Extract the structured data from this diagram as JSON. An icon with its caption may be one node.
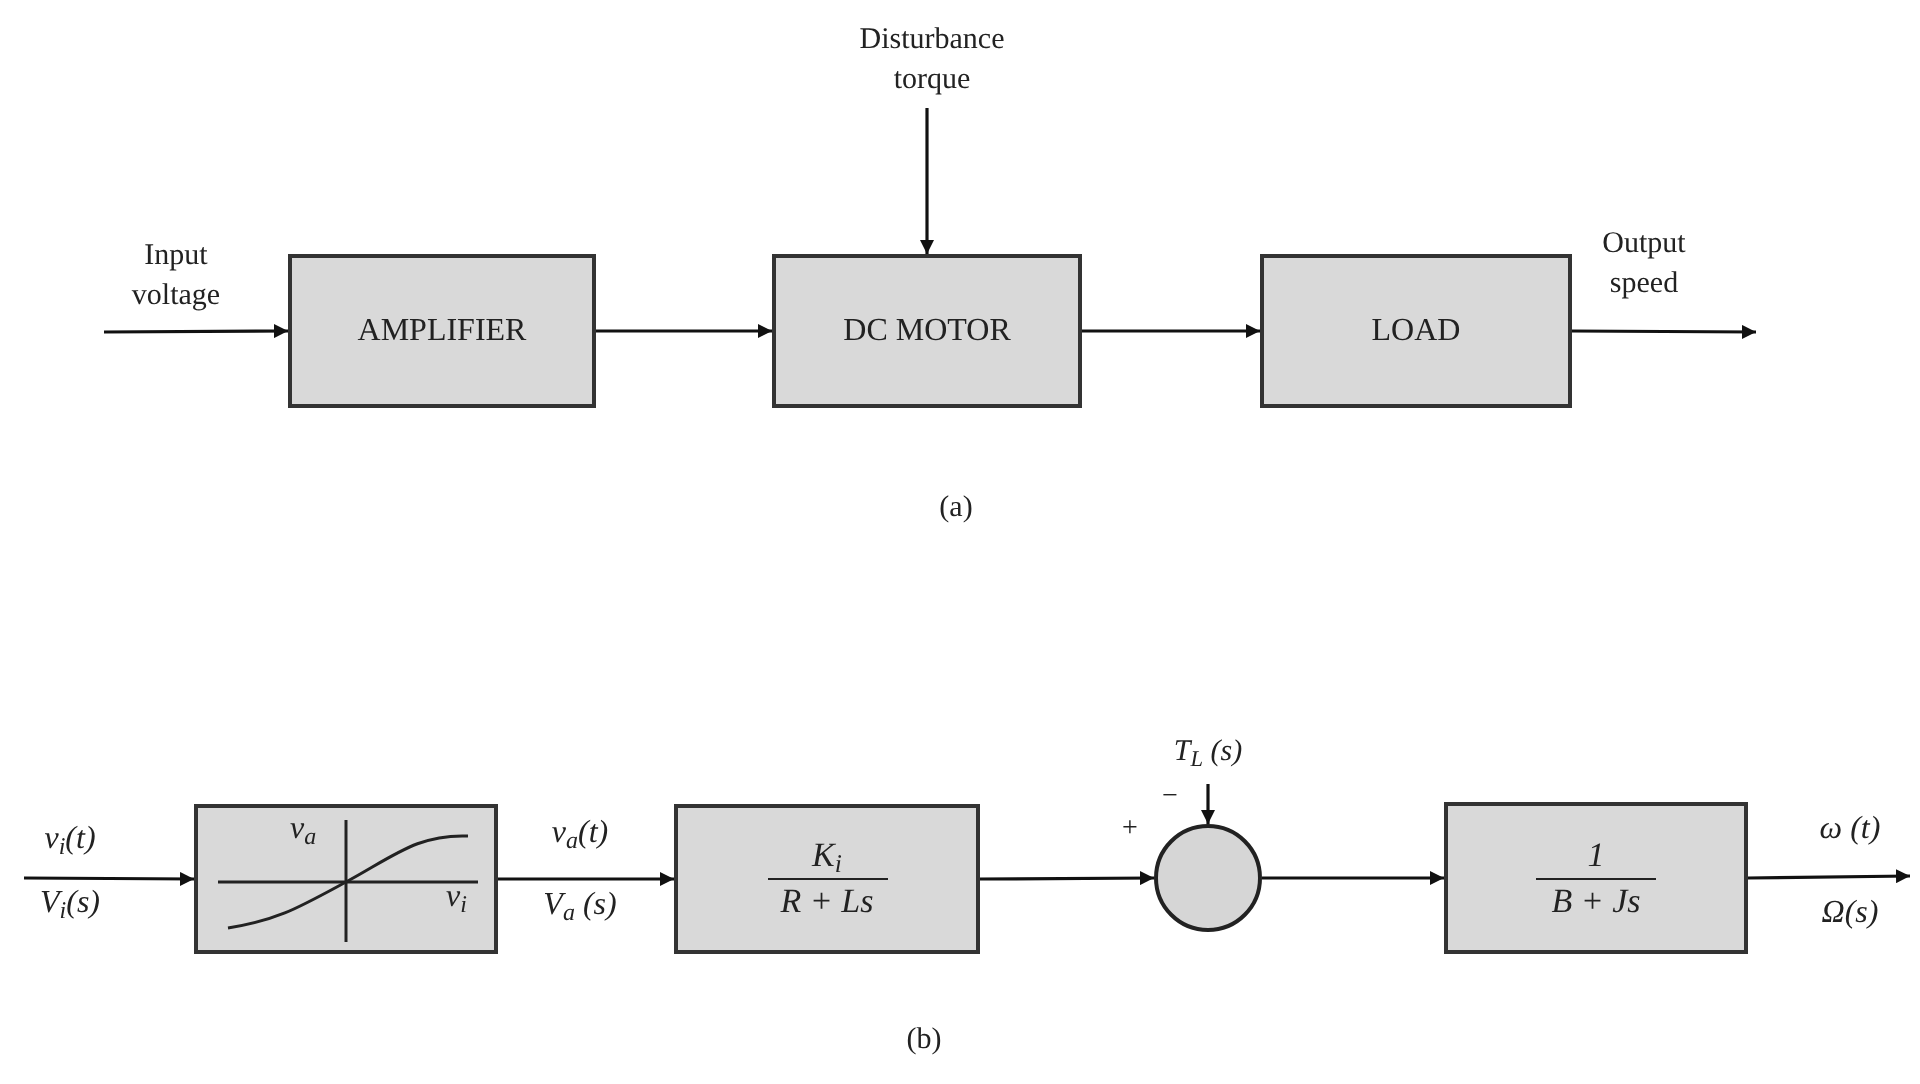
{
  "diagram": {
    "nodes": [
      {
        "text": [
          "AMPLIFIER"
        ]
      },
      {
        "text": [
          "Disturbance torque"
        ]
      },
      {
        "text": [
          "DC MOTOR"
        ]
      },
      {
        "text": [
          "LOAD"
        ]
      },
      {
        "text": [
          "v$_{a}$",
          "v$_{i}$"
        ]
      },
      {
        "text": [
          "K$_{i}$",
          "R + Ls"
        ]
      },
      {
        "text": [
          "T$_{L}$ (s)"
        ]
      },
      {
        "text": [],
        "shape": "circle"
      },
      {
        "text": [
          "1",
          "B + Js"
        ]
      }
    ],
    "edges": [
      {
        "from": null,
        "to": 0,
        "arrow": "to"
      },
      {
        "from": 0,
        "to": 2,
        "arrow": "to"
      },
      {
        "from": 1,
        "to": 2,
        "arrow": "to"
      },
      {
        "from": 2,
        "to": 3,
        "arrow": "to"
      },
      {
        "from": 3,
        "to": null,
        "arrow": "to"
      },
      {
        "from": null,
        "to": 4,
        "arrow": "to"
      },
      {
        "from": 4,
        "to": 5,
        "arrow": "to"
      },
      {
        "from": 5,
        "to": 7,
        "arrow": "to"
      },
      {
        "from": 6,
        "to": 7,
        "arrow": "to"
      },
      {
        "from": 7,
        "to": 8,
        "arrow": "to"
      },
      {
        "from": 8,
        "to": null,
        "arrow": "to"
      }
    ],
    "labels": [
      "Input voltage",
      "Output speed",
      "(a)",
      "v$_{i}$(t)",
      "V$_{i}$(s)",
      "v$_{a}$(t)",
      "V$_{a}$ (s)",
      "−",
      "+",
      "ω (t)",
      "Ω(s)",
      "(b)"
    ]
  }
}
